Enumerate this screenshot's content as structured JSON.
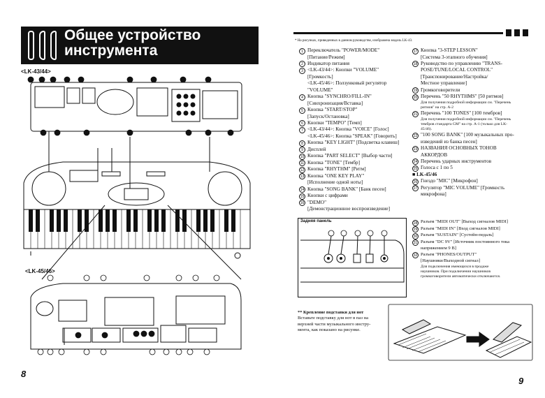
{
  "left_page": {
    "title_line1": "Общее устройство",
    "title_line2": "инструмента",
    "model_top": "<LK-43/44>",
    "model_bottom": "<LK-45/46>",
    "page_number": "8"
  },
  "right_page": {
    "footnote": "* На рисунках, приведенных в данном руководстве, изображена модель LK-43.",
    "page_number": "9",
    "col1": [
      {
        "n": "1",
        "text": "Переключатель \"POWER/MODE\"",
        "sub": [
          "[Питание/Режим]"
        ]
      },
      {
        "n": "2",
        "text": "Индикатор питания",
        "sub": []
      },
      {
        "n": "3",
        "text": "<LK-43/44>: Кнопки \"VOLUME\"",
        "sub": [
          "[Громкость]",
          "<LK-45/46>: Ползунковый регулятор",
          "\"VOLUME\""
        ]
      },
      {
        "n": "4",
        "text": "Кнопка \"SYNCHRO/FILL-IN\"",
        "sub": [
          "[Синхронизация/Вставка]"
        ]
      },
      {
        "n": "5",
        "text": "Кнопка \"START/STOP\"",
        "sub": [
          "[Запуск/Остановка]"
        ]
      },
      {
        "n": "6",
        "text": "Кнопки \"TEMPO\" [Темп]",
        "sub": []
      },
      {
        "n": "7",
        "text": "<LK-43/44>: Кнопка \"VOICE\" [Голос]",
        "sub": [
          "<LK-45/46>: Кнопка \"SPEAK\" [Говорить]"
        ]
      },
      {
        "n": "8",
        "text": "Кнопка \"KEY LIGHT\" [Подсветка клавиш]",
        "sub": []
      },
      {
        "n": "9",
        "text": "Дисплей",
        "sub": []
      },
      {
        "n": "10",
        "text": "Кнопка \"PART SELECT\" [Выбор части]",
        "sub": []
      },
      {
        "n": "11",
        "text": "Кнопка \"TONE\" [Тембр]",
        "sub": []
      },
      {
        "n": "12",
        "text": "Кнопка \"RHYTHM\" [Ритм]",
        "sub": []
      },
      {
        "n": "13",
        "text": "Кнопка \"ONE KEY PLAY\"",
        "sub": [
          "[Исполнение одной ноты]"
        ]
      },
      {
        "n": "14",
        "text": "Кнопка \"SONG BANK\" [Банк песен]",
        "sub": []
      },
      {
        "n": "15",
        "text": "Кнопки с цифрами",
        "sub": []
      },
      {
        "n": "16",
        "text": "\"DEMO\"",
        "sub": [
          "[Демонстрационное воспроизведение]"
        ]
      }
    ],
    "col2": [
      {
        "n": "17",
        "text": "Кнопка \"3-STEP LESSON\"",
        "sub": [
          "[Система 3-этапного обучения]"
        ],
        "small": []
      },
      {
        "n": "18",
        "text": "Руководство по управлению \"TRANS-",
        "sub": [
          "POSE/TUNE/LOCAL CONTROL\"",
          "[Транспонирование/Настройка/",
          "Местное управление]"
        ],
        "small": []
      },
      {
        "n": "19",
        "text": "Громкоговорители",
        "sub": [],
        "small": []
      },
      {
        "n": "20",
        "text": "Перечень \"50 RHYTHMS\" [50 ритмов]",
        "sub": [],
        "small": [
          "Для получения подробной информации см. \"Перечень",
          "ритмов\" на стр. A-2"
        ]
      },
      {
        "n": "21",
        "text": "Перечень \"100 TONES\" [100 тембров]",
        "sub": [],
        "small": [
          "Для получения подробной информации см. \"Перечень",
          "тембров стандарта GM\" на стр. A-1 (только для LK-",
          "45/46)."
        ]
      },
      {
        "n": "22",
        "text": "\"100 SONG BANK\" [100 музыкальных про-",
        "sub": [
          "изведений из банка песен]"
        ],
        "small": []
      },
      {
        "n": "23",
        "text": "НАЗВАНИЯ ОСНОВНЫХ ТОНОВ",
        "sub": [
          "АККОРДОВ"
        ],
        "small": []
      },
      {
        "n": "24",
        "text": "Перечень ударных инструментов",
        "sub": [],
        "small": []
      },
      {
        "n": "25",
        "text": "Голоса с 1 по 5",
        "sub": [],
        "small": []
      }
    ],
    "lk4546_heading": "■ LK-45/46",
    "col2b": [
      {
        "n": "26",
        "text": "Гнездо \"MIC\" [Микрофон]",
        "sub": []
      },
      {
        "n": "27",
        "text": "Регулятор \"MIC VOLUME\" [Громкость",
        "sub": [
          "микрофона]"
        ]
      }
    ],
    "rear_panel_label": "Задняя панель",
    "jacks": [
      {
        "n": "28",
        "text": "Разъем \"MIDI OUT\" [Выход сигналов MIDI]",
        "sub": []
      },
      {
        "n": "29",
        "text": "Разъем \"MIDI IN\" [Вход сигналов MIDI]",
        "sub": []
      },
      {
        "n": "30",
        "text": "Разъем \"SUSTAIN\" [Сустейн-педаль]",
        "sub": []
      },
      {
        "n": "31",
        "text": "Разъем \"DC 9V\" [Источник постоянного тока",
        "sub": [
          "напряжением 9 В]"
        ]
      },
      {
        "n": "32",
        "text": "Разъем \"PHONES/OUTPUT\"",
        "sub": [
          "[Наушники/Выходной сигнал]"
        ],
        "small": [
          "Для подключения имеющихся в продаже",
          "наушников. При подключении наушников",
          "громкоговорители автоматически отключаются."
        ]
      }
    ],
    "stand_note_title": "** Крепление подставки для нот",
    "stand_note_text": [
      "Вставьте подставку для нот в паз на",
      "верхней части музыкального инстру-",
      "мента, как показано на рисунке."
    ]
  }
}
